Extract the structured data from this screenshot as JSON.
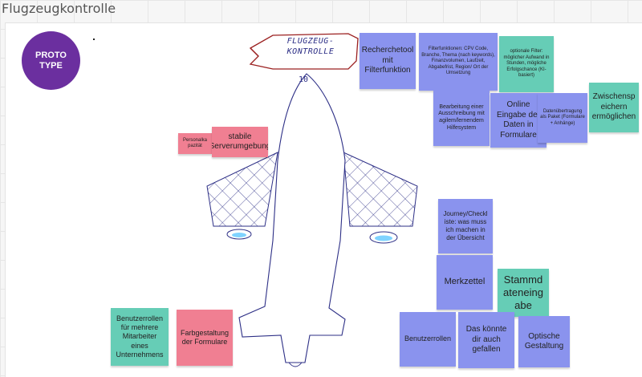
{
  "page": {
    "title": "Flugzeugkontrolle"
  },
  "badge": {
    "text": "PROTO\nTYPE",
    "color": "#6b2f9f"
  },
  "sketch": {
    "banner": "FLUGZEUG-\nKONTROLLE",
    "plane_number": "10"
  },
  "colors": {
    "blue": "#8a93ee",
    "teal": "#66cdb6",
    "pink": "#f07f92",
    "ink": "#2d2f86"
  },
  "notes": {
    "recherchetool": "Recherchetool mit Filterfunktion",
    "filterfunktionen": "Filterfunktionen: CPV Code, Branche, Thema (nach keywords), Finanzvolumen, Laufzeit, Abgabefrist, Region/ Ort der Umsetzung",
    "optionale_filter": "optionale Filter: möglicher Aufwand in Stunden, mögliche Erfolgschance (KI-basiert)",
    "bearbeitung": "Bearbeitung einer Ausschreibung mit agilem/lernendem Hilfesystem",
    "online_eingabe": "Online Eingabe der Daten in Formulare",
    "datenuebertragung": "Datenübertragung als Paket (Formulare + Anhänge)",
    "zwischenspeichern": "Zwischensp eichern ermöglichen",
    "personalkapazitaet": "Personalka pazität",
    "stabile_serverumgebung": "stabile Serverumgebung",
    "journey": "Journey/Checkl iste: was muss ich machen in der Übersicht",
    "merkzettel": "Merkzettel",
    "stammdaten": "Stammd ateneing abe",
    "benutzerrollen_mehrere": "Benutzerrollen für mehrere Mitarbeiter eines Unternehmens",
    "farbgestaltung": "Farbgestaltung der Formulare",
    "benutzerrollen": "Benutzerrollen",
    "das_koennte": "Das könnte dir auch gefallen",
    "optische_gestaltung": "Optische Gestaltung"
  }
}
